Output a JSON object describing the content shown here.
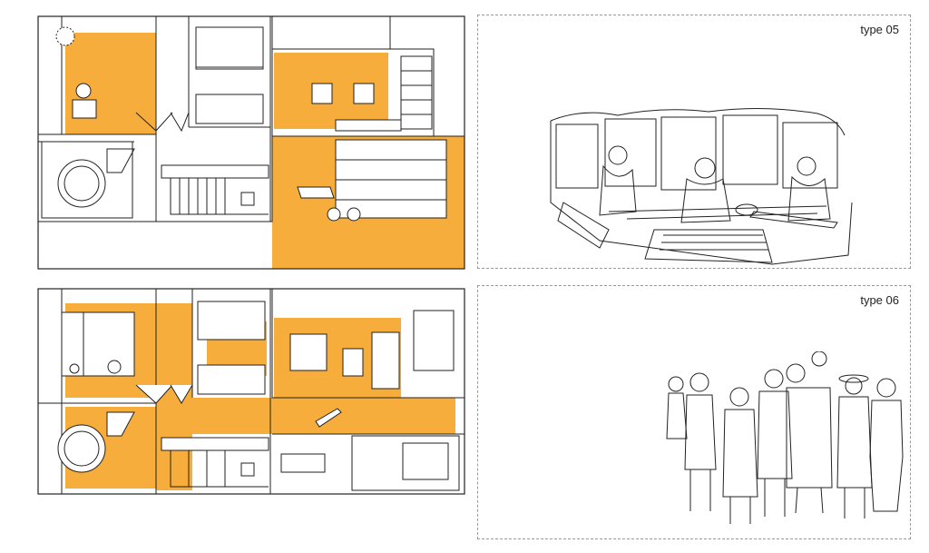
{
  "panels": [
    {
      "id": "type05",
      "label": "type 05"
    },
    {
      "id": "type06",
      "label": "type 06"
    }
  ],
  "colors": {
    "highlight": "#F7AD3C",
    "line": "#222222",
    "panel_border": "#9a9a9a"
  }
}
